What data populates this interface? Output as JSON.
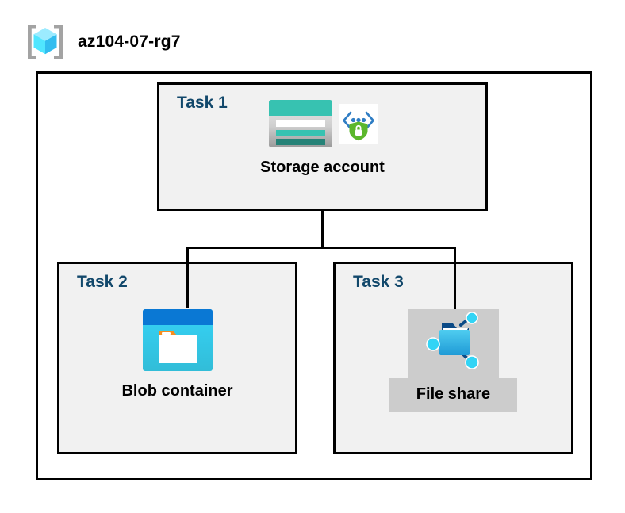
{
  "header": {
    "icon": "azure-resource-group-icon",
    "title": "az104-07-rg7"
  },
  "container": {
    "name": "resource-group-container"
  },
  "tasks": [
    {
      "id": "task-1",
      "label": "Task 1",
      "node": {
        "caption": "Storage account",
        "icons": [
          "storage-account-icon",
          "secure-endpoint-icon"
        ],
        "highlighted": false
      }
    },
    {
      "id": "task-2",
      "label": "Task 2",
      "node": {
        "caption": "Blob container",
        "icons": [
          "blob-container-icon"
        ],
        "highlighted": false
      }
    },
    {
      "id": "task-3",
      "label": "Task 3",
      "node": {
        "caption": "File share",
        "icons": [
          "file-share-icon"
        ],
        "highlighted": true
      }
    }
  ],
  "connectors": [
    {
      "name": "storage-account-to-branch-trunk"
    },
    {
      "name": "branch-horizontal-bar"
    },
    {
      "name": "branch-to-blob-container"
    },
    {
      "name": "branch-to-file-share"
    }
  ],
  "colors": {
    "task_label": "#12486b",
    "box_border": "#000000",
    "box_fill": "#f1f1f1",
    "page_background": "#ffffff",
    "highlight_fill": "#cccccc",
    "storage_teal": "#37c2b1",
    "storage_teal_dark": "#258277",
    "blob_blue": "#0a78d4",
    "blob_cyan": "#32d4f5",
    "blob_orange": "#f78d1e",
    "shield_green": "#5bb72c",
    "cube_cyan": "#50e6ff",
    "bracket_gray": "#a0a0a0"
  }
}
